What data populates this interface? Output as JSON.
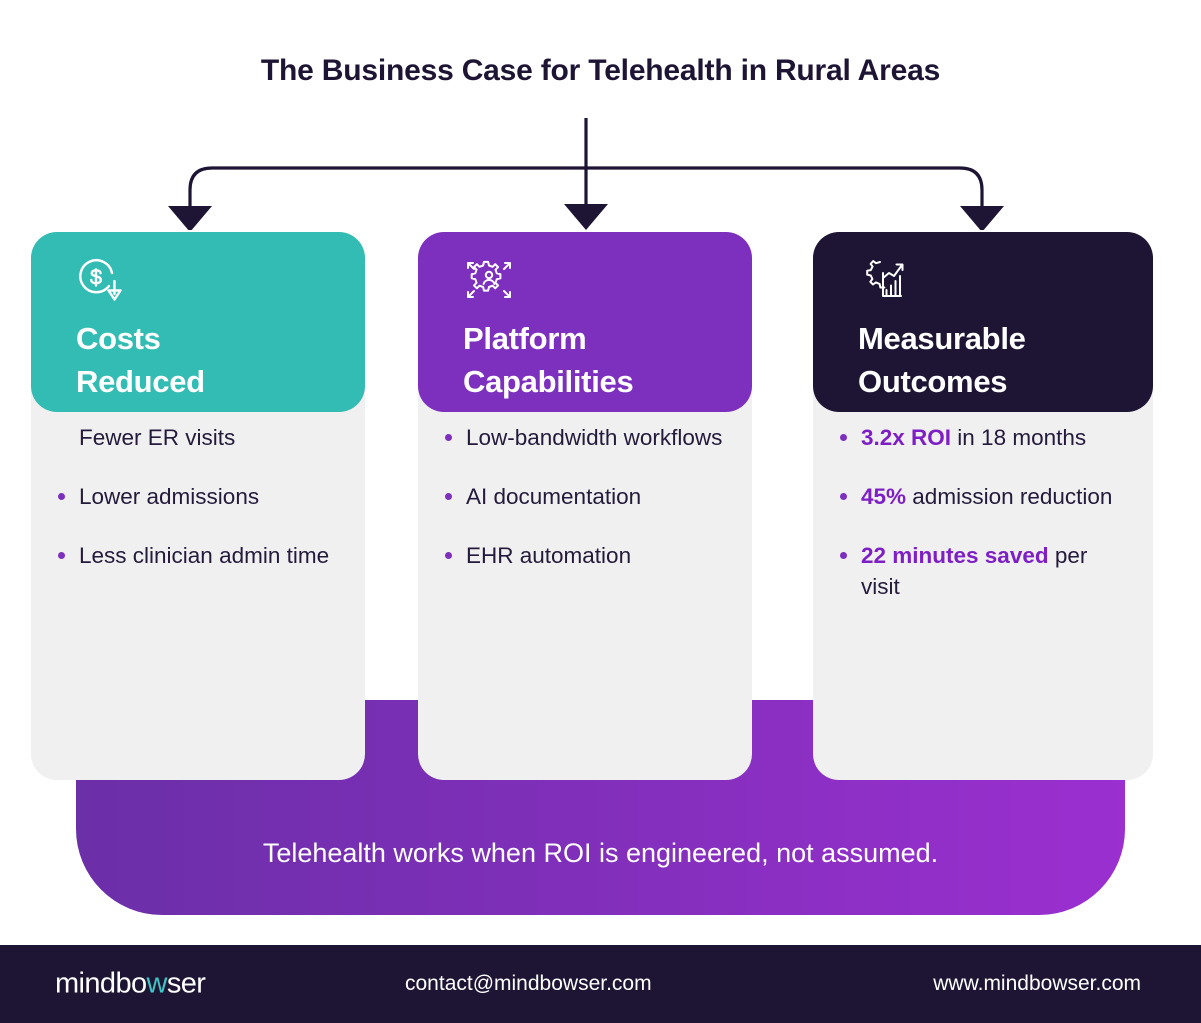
{
  "title": "The Business Case for Telehealth in Rural Areas",
  "colors": {
    "title_text": "#1e1433",
    "teal": "#33bcb3",
    "purple": "#7d30bd",
    "dark_navy": "#1e1433",
    "card_body": "#f0f0f0",
    "bullet": "#7d2fbd",
    "highlight": "#7d1fc4",
    "banner_gradient_start": "#6b2fa8",
    "banner_gradient_end": "#9b2fd0",
    "logo_accent": "#3ec4c4"
  },
  "cards": [
    {
      "icon": "dollar-circle-down-arrow-icon",
      "heading": "Costs\nReduced",
      "header_style": "teal",
      "items": [
        {
          "bullet": false,
          "parts": [
            {
              "text": "Fewer ER visits",
              "bold": false
            }
          ]
        },
        {
          "bullet": true,
          "parts": [
            {
              "text": "Lower admissions",
              "bold": false
            }
          ]
        },
        {
          "bullet": true,
          "parts": [
            {
              "text": "Less clinician admin time",
              "bold": false
            }
          ]
        }
      ]
    },
    {
      "icon": "gear-person-expand-icon",
      "heading": "Platform\nCapabilities",
      "header_style": "purple",
      "items": [
        {
          "bullet": true,
          "parts": [
            {
              "text": "Low-bandwidth workflows",
              "bold": false
            }
          ]
        },
        {
          "bullet": true,
          "parts": [
            {
              "text": "AI documentation",
              "bold": false
            }
          ]
        },
        {
          "bullet": true,
          "parts": [
            {
              "text": "EHR automation",
              "bold": false
            }
          ]
        }
      ]
    },
    {
      "icon": "gear-bar-chart-growth-icon",
      "heading": "Measurable\nOutcomes",
      "header_style": "dark",
      "items": [
        {
          "bullet": true,
          "parts": [
            {
              "text": "3.2x ROI",
              "bold": true
            },
            {
              "text": " in 18 months",
              "bold": false
            }
          ]
        },
        {
          "bullet": true,
          "parts": [
            {
              "text": "45%",
              "bold": true
            },
            {
              "text": " admission reduction",
              "bold": false
            }
          ]
        },
        {
          "bullet": true,
          "parts": [
            {
              "text": "22 minutes saved",
              "bold": true
            },
            {
              "text": " per visit",
              "bold": false
            }
          ]
        }
      ]
    }
  ],
  "banner": {
    "text": "Telehealth works when ROI is engineered, not assumed."
  },
  "footer": {
    "logo_before": "mindbo",
    "logo_accent": "w",
    "logo_after": "ser",
    "email": "contact@mindbowser.com",
    "website": "www.mindbowser.com"
  }
}
